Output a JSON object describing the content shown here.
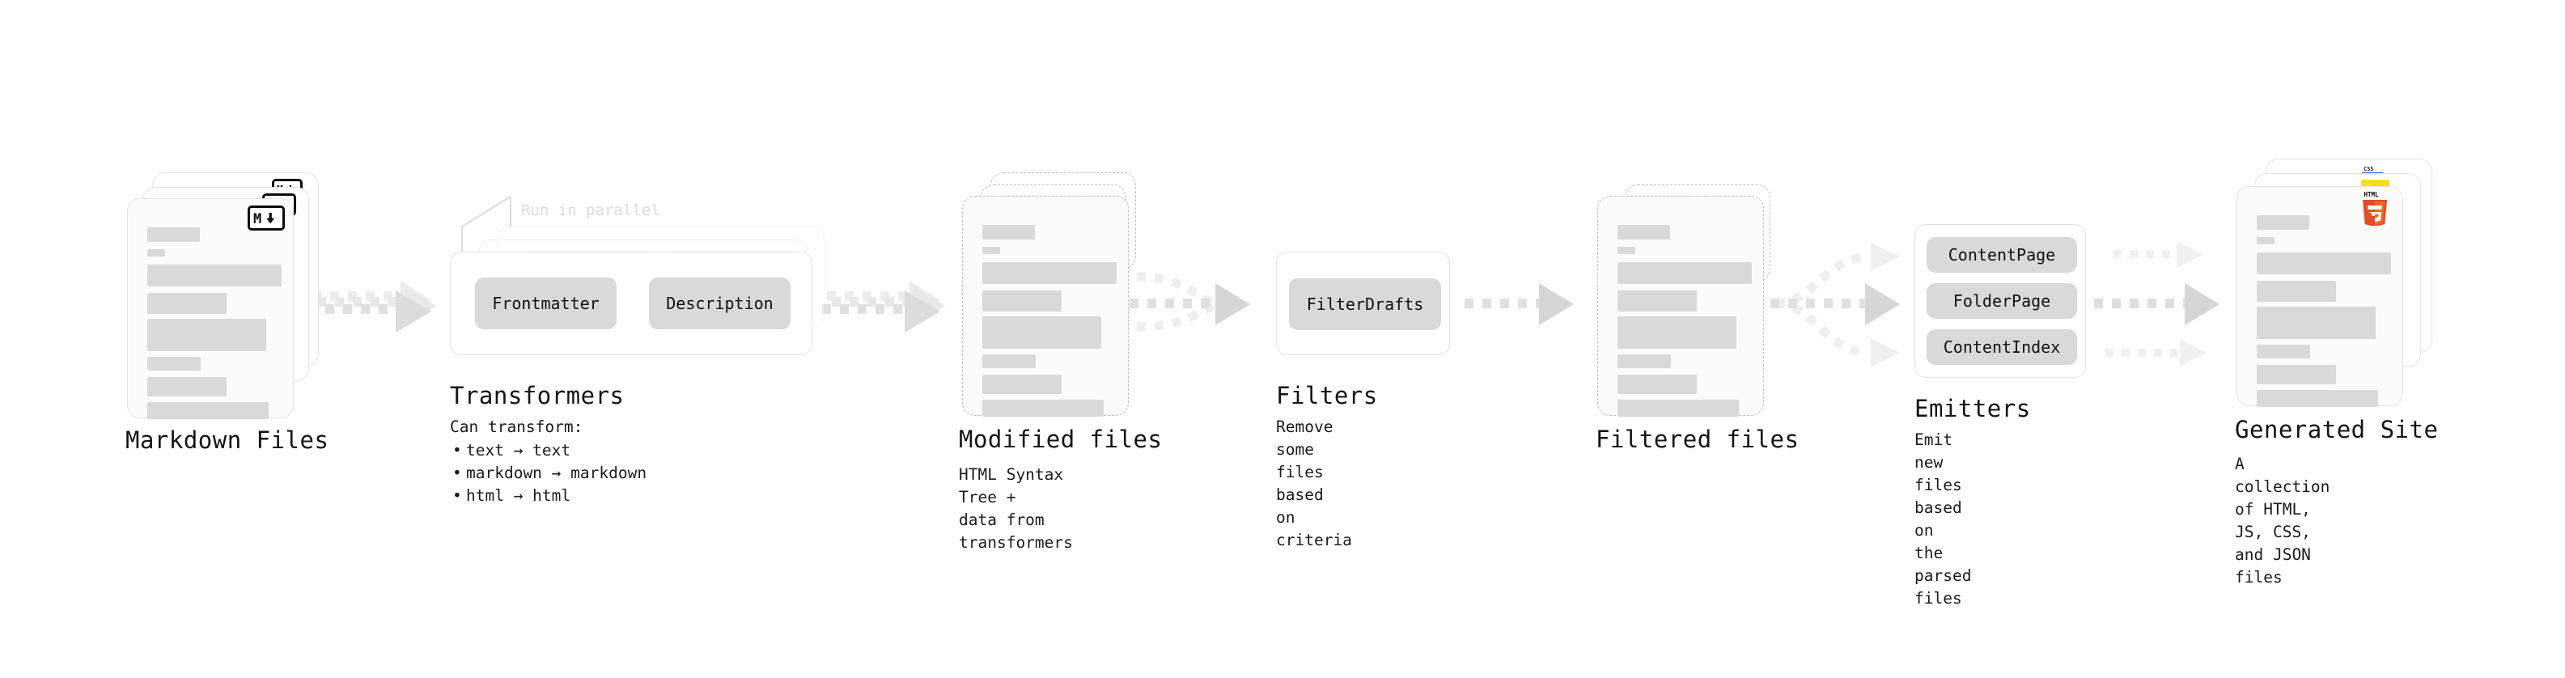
{
  "diagram": {
    "title_semantic": "quartz-build-pipeline",
    "background": "#ffffff",
    "accent_gray": "#d9d9d9",
    "border_gray": "#e3e3e3",
    "dashed_gray": "#bdbdbd",
    "text_color": "#141414"
  },
  "stages": [
    {
      "id": "markdown-files",
      "title": "Markdown Files",
      "desc": "",
      "icon": "markdown-badge"
    },
    {
      "id": "transformers",
      "title": "Transformers",
      "desc": "",
      "callout": "Run in parallel",
      "nodes": [
        "Frontmatter",
        "Description"
      ],
      "bullets_lead": "Can transform:",
      "bullets": [
        "text → text",
        "markdown → markdown",
        "html → html"
      ]
    },
    {
      "id": "modified-files",
      "title": "Modified files",
      "desc": "HTML Syntax Tree +\ndata from transformers"
    },
    {
      "id": "filters",
      "title": "Filters",
      "desc": "Remove some files based\non criteria",
      "nodes": [
        "FilterDrafts"
      ]
    },
    {
      "id": "filtered-files",
      "title": "Filtered files",
      "desc": ""
    },
    {
      "id": "emitters",
      "title": "Emitters",
      "desc": "Emit new files based on\nthe parsed files",
      "nodes": [
        "ContentPage",
        "FolderPage",
        "ContentIndex"
      ]
    },
    {
      "id": "generated-site",
      "title": "Generated Site",
      "desc": "A collection of HTML,\nJS, CSS, and JSON files",
      "icons": [
        "html5-badge",
        "js-badge",
        "css-badge"
      ]
    }
  ],
  "icons": {
    "markdown_badge_text": "M↓",
    "html5_badge_text": "HTML",
    "html5_badge_number": "5",
    "css_badge_text": "CSS",
    "html5_color": "#e44d26",
    "html5_color_light": "#f16529",
    "js_color": "#f7df1e",
    "css_color": "#2965f1"
  },
  "connectors": [
    {
      "id": "arrow-markdown-to-transformers",
      "kind": "dashed-stacked-right"
    },
    {
      "id": "arrow-transformers-to-modified",
      "kind": "dashed-stacked-right"
    },
    {
      "id": "arrow-modified-to-filters",
      "kind": "dashed-merge-right"
    },
    {
      "id": "arrow-filters-to-filtered",
      "kind": "dashed-right"
    },
    {
      "id": "arrow-filtered-to-emitters",
      "kind": "dashed-fanout-right"
    },
    {
      "id": "arrow-emitters-to-site",
      "kind": "dashed-triple-right"
    },
    {
      "id": "arrow-transformer-internal",
      "kind": "solid-triple-right"
    }
  ]
}
